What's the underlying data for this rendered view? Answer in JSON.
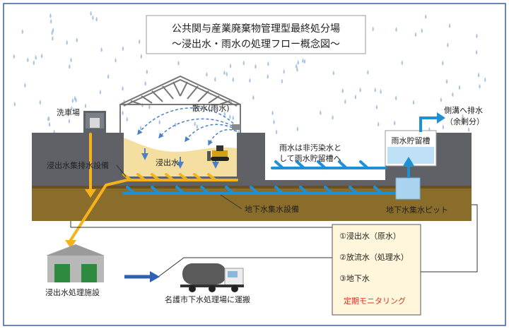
{
  "title": {
    "line1": "公共関与産業廃棄物管理型最終処分場",
    "line2": "～浸出水・雨水の処理フロー概念図～"
  },
  "labels": {
    "car_wash": "洗車場",
    "sprinkle": "散水(雨水)",
    "leachate": "浸出水",
    "leachate_drain": "浸出水集排水設備",
    "rain_note_1": "雨水は非汚染水と",
    "rain_note_2": "して雨水貯留槽へ",
    "rain_tank": "雨水貯留槽",
    "side_ditch_1": "側溝へ排水",
    "side_ditch_2": "（余剰分）",
    "groundwater_drain": "地下水集水設備",
    "groundwater_pit": "地下水集水ピット",
    "treatment_facility": "浸出水処理施設",
    "transport": "名護市下水処理場に運搬"
  },
  "monitoring": {
    "items": [
      "①浸出水（原水）",
      "②放流水（処理水）",
      "③地下水"
    ],
    "heading": "定期モニタリング"
  },
  "colors": {
    "leachate_pipe": "#f5b21a",
    "groundwater_pipe": "#1e90d6",
    "soil": "#8a6d2a",
    "wall": "#5f6166",
    "waste": "#f4dfa0",
    "monitoring_text": "#e0301e",
    "frame_blue": "#3a5da8"
  }
}
